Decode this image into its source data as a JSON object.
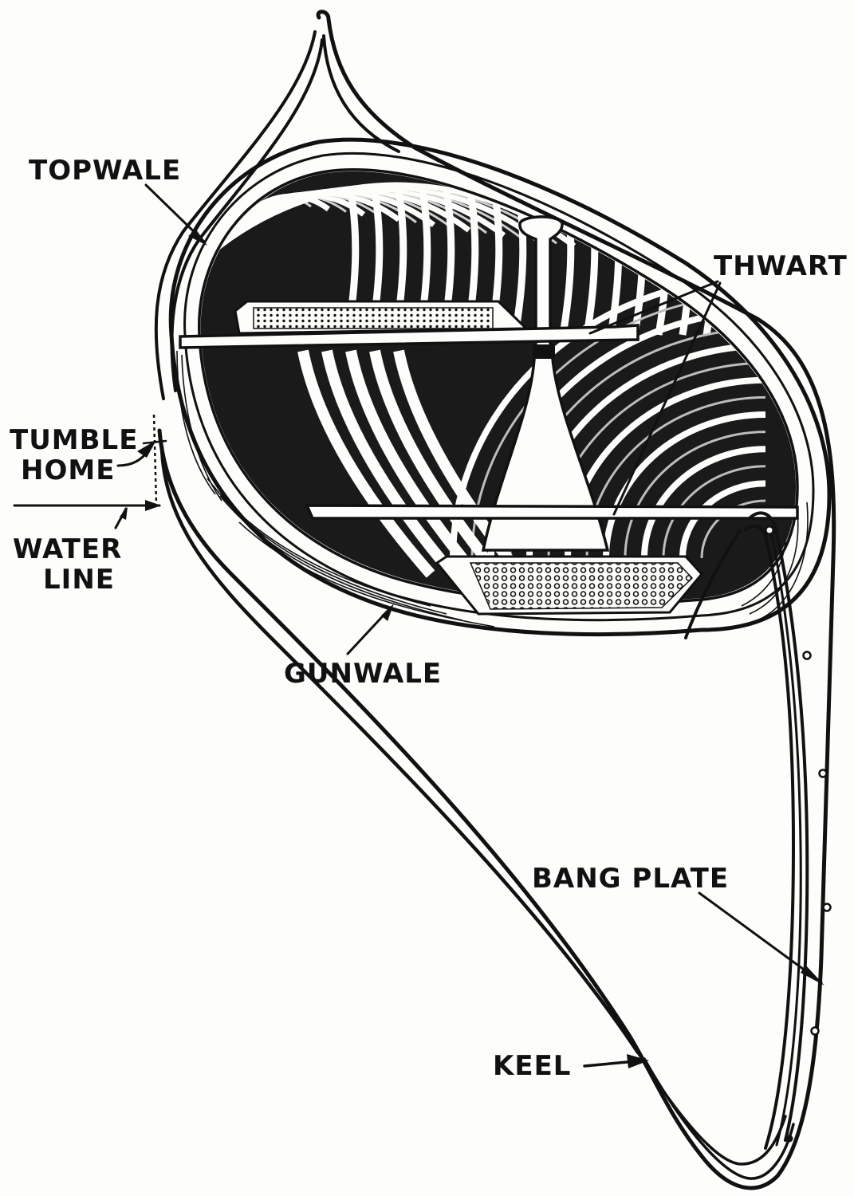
{
  "diagram": {
    "subject": "Canoe anatomy",
    "colors": {
      "ink": "#111111",
      "paper": "#fdfdfb"
    },
    "labels": [
      {
        "id": "topwale",
        "text": "TOPWALE"
      },
      {
        "id": "thwart",
        "text": "THWART"
      },
      {
        "id": "tumble_home_1",
        "text": "TUMBLE"
      },
      {
        "id": "tumble_home_2",
        "text": "HOME"
      },
      {
        "id": "water_line_1",
        "text": "WATER"
      },
      {
        "id": "water_line_2",
        "text": "LINE"
      },
      {
        "id": "gunwale",
        "text": "GUNWALE"
      },
      {
        "id": "bang_plate",
        "text": "BANG PLATE"
      },
      {
        "id": "keel",
        "text": "KEEL"
      }
    ],
    "parts": [
      {
        "id": "topwale",
        "name": "Topwale"
      },
      {
        "id": "thwart",
        "name": "Thwart",
        "count": 2
      },
      {
        "id": "tumble_home",
        "name": "Tumble Home"
      },
      {
        "id": "water_line",
        "name": "Water Line"
      },
      {
        "id": "gunwale",
        "name": "Gunwale"
      },
      {
        "id": "bang_plate",
        "name": "Bang Plate"
      },
      {
        "id": "keel",
        "name": "Keel"
      },
      {
        "id": "paddle",
        "name": "Paddle"
      },
      {
        "id": "seat",
        "name": "Cane seat",
        "count": 2
      },
      {
        "id": "ribs",
        "name": "Ribs"
      }
    ]
  }
}
